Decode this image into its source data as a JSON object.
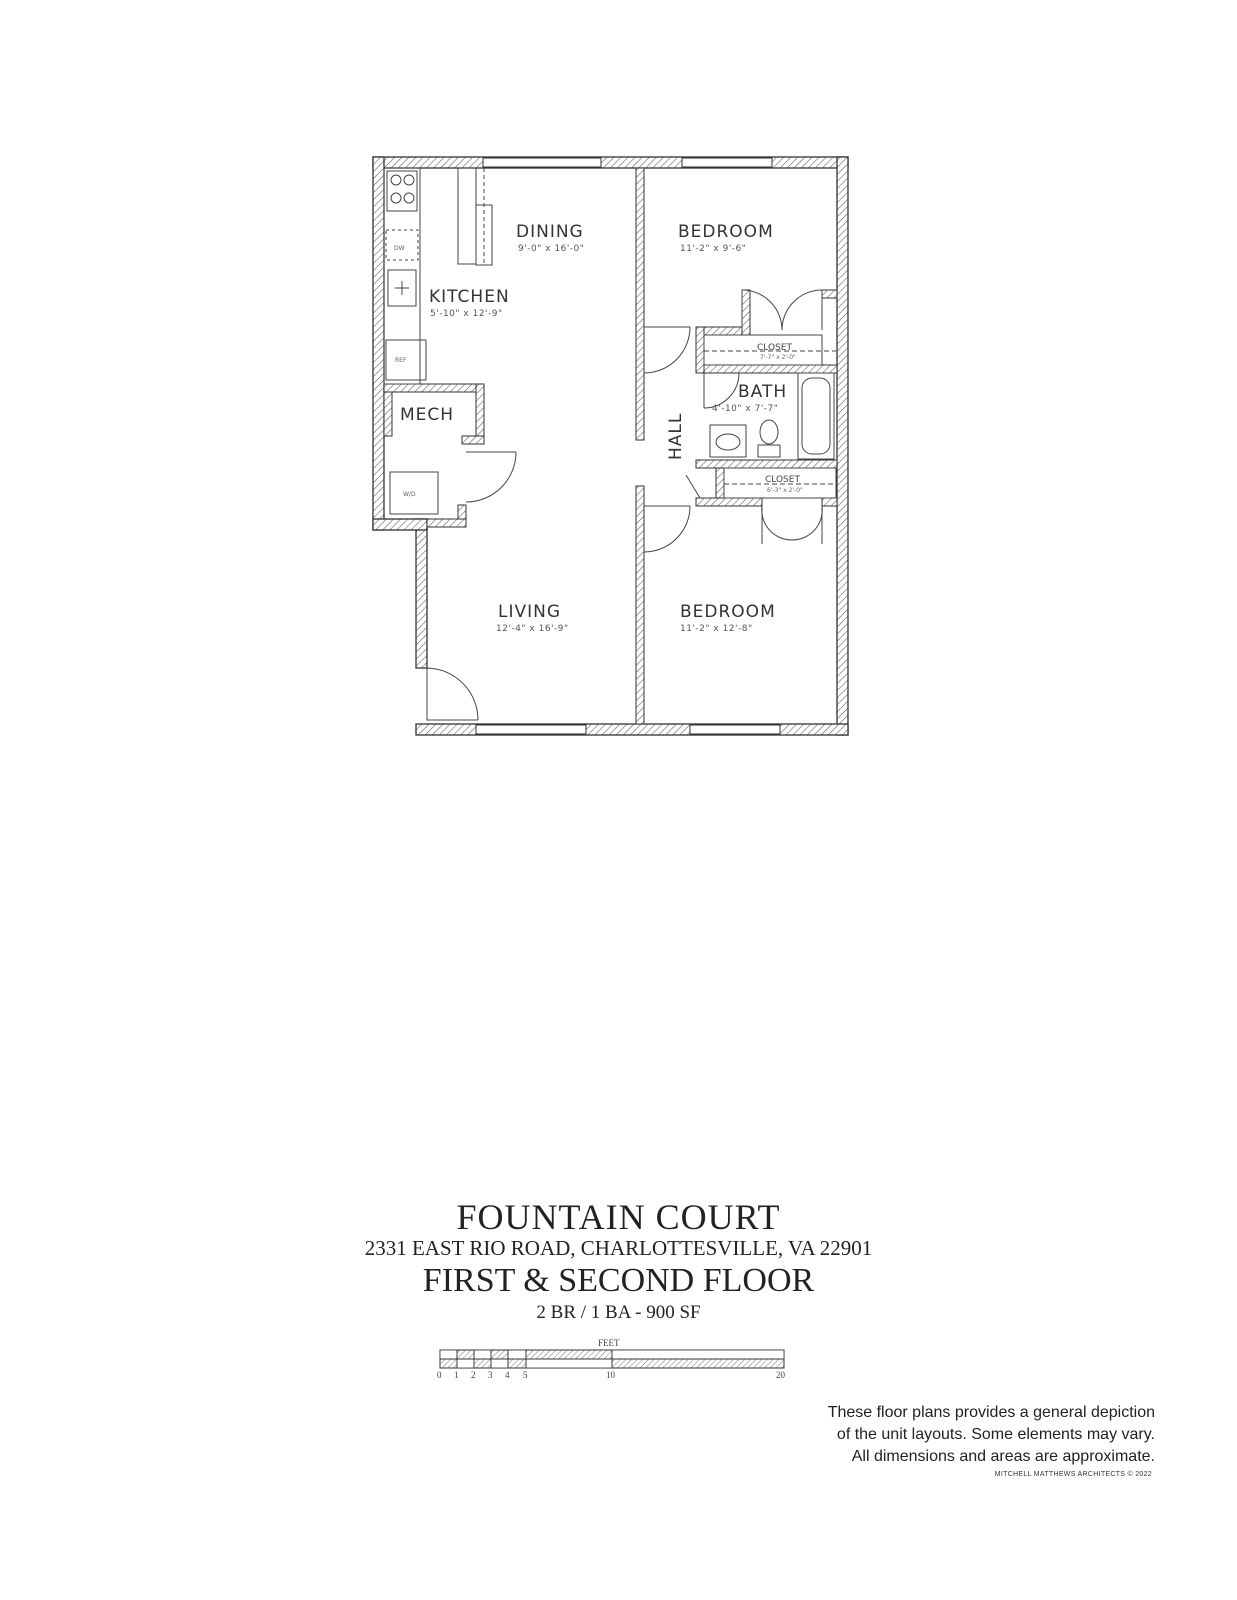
{
  "rooms": {
    "dining": {
      "name": "DINING",
      "dim": "9'-0\" x 16'-0\""
    },
    "bedroom1": {
      "name": "BEDROOM",
      "dim": "11'-2\" x 9'-6\""
    },
    "kitchen": {
      "name": "KITCHEN",
      "dim": "5'-10\" x 12'-9\""
    },
    "closet1": {
      "name": "CLOSET",
      "dim": "7'-7\" x 2'-0\""
    },
    "bath": {
      "name": "BATH",
      "dim": "4'-10\" x 7'-7\""
    },
    "mech": {
      "name": "MECH"
    },
    "hall": {
      "name": "HALL"
    },
    "closet2": {
      "name": "CLOSET",
      "dim": "6'-3\" x 2'-0\""
    },
    "living": {
      "name": "LIVING",
      "dim": "12'-4\" x 16'-9\""
    },
    "bedroom2": {
      "name": "BEDROOM",
      "dim": "11'-2\" x 12'-8\""
    }
  },
  "fixtures": {
    "dishwasher": "DW",
    "refrigerator": "REF",
    "washer_dryer": "W/D"
  },
  "title": "FOUNTAIN COURT",
  "address": "2331 EAST RIO ROAD, CHARLOTTESVILLE, VA 22901",
  "floor": "FIRST & SECOND FLOOR",
  "unit": "2 BR / 1 BA - 900 SF",
  "scale": {
    "unit_label": "FEET",
    "ticks": [
      "0",
      "1",
      "2",
      "3",
      "4",
      "5",
      "10",
      "20"
    ]
  },
  "disclaimer": [
    "These floor plans provides a general depiction",
    "of the unit layouts. Some elements may vary.",
    "All dimensions and areas are approximate."
  ],
  "credit": "MITCHELL MATTHEWS ARCHITECTS © 2022"
}
